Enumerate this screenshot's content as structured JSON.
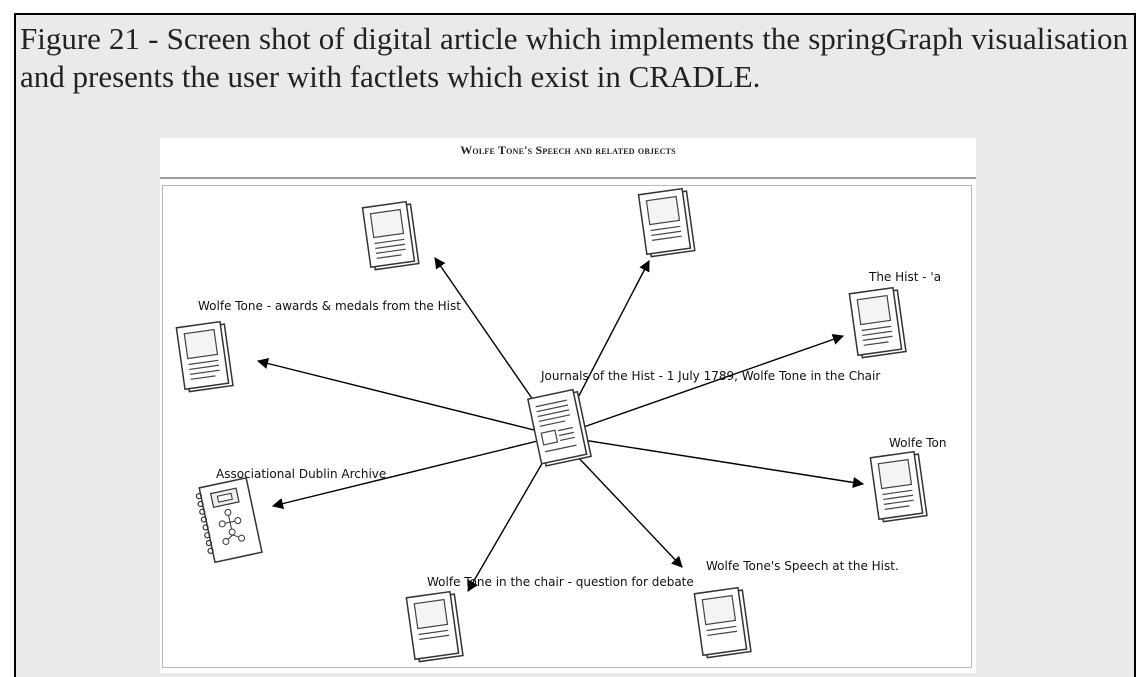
{
  "caption": "Figure 21 - Screen shot of digital article which implements the springGraph visualisation and presents the user with factlets which exist in CRADLE.",
  "screenshot": {
    "title": "Wolfe Tone's Speech and related objects"
  },
  "graph": {
    "center": {
      "label": "Journals of the Hist - 1 July 1789, Wolfe Tone in the Chair",
      "icon": "journal-document-icon"
    },
    "nodes": [
      {
        "id": "top-left",
        "label": "",
        "icon": "document-icon"
      },
      {
        "id": "top-right",
        "label": "",
        "icon": "document-icon"
      },
      {
        "id": "right-upper",
        "label": "The Hist - 'a",
        "icon": "document-icon"
      },
      {
        "id": "left-upper",
        "label": "Wolfe Tone - awards & medals from the Hist",
        "icon": "document-icon"
      },
      {
        "id": "right-lower",
        "label": "Wolfe Ton",
        "icon": "document-icon"
      },
      {
        "id": "left-lower",
        "label": "Associational Dublin Archive",
        "icon": "archive-notebook-icon"
      },
      {
        "id": "bottom-left",
        "label": "Wolfe Tone in the chair - question for debate",
        "icon": "document-icon"
      },
      {
        "id": "bottom-right",
        "label": "Wolfe Tone's Speech at the Hist.",
        "icon": "document-icon"
      }
    ]
  }
}
